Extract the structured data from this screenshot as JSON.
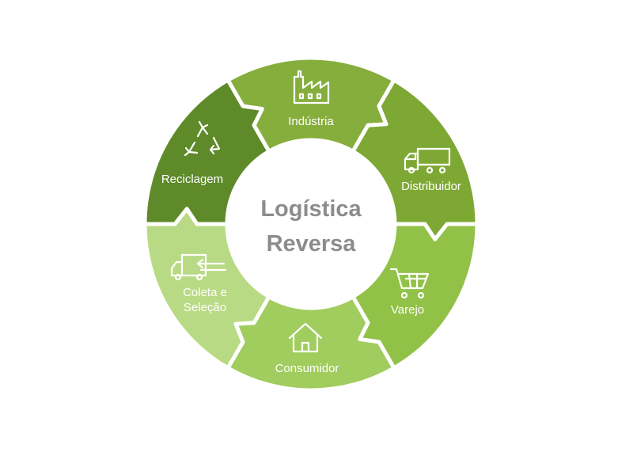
{
  "diagram": {
    "center": {
      "line1": "Logística",
      "line2": "Reversa"
    },
    "text_color": "#8c8c8c",
    "steps": [
      {
        "label": "Indústria",
        "icon": "factory-icon",
        "color": "#86ae3d"
      },
      {
        "label": "Distribuidor",
        "icon": "truck-icon",
        "color": "#7ea834"
      },
      {
        "label": "Varejo",
        "icon": "shopping-cart-icon",
        "color": "#92c147"
      },
      {
        "label": "Consumidor",
        "icon": "house-icon",
        "color": "#a1cc5e"
      },
      {
        "label": "Coleta e Seleção",
        "label_lines": [
          "Coleta e",
          "Seleção"
        ],
        "icon": "collection-truck-icon",
        "color": "#b9da84"
      },
      {
        "label": "Reciclagem",
        "icon": "recycle-icon",
        "color": "#5e8a2a"
      }
    ]
  }
}
